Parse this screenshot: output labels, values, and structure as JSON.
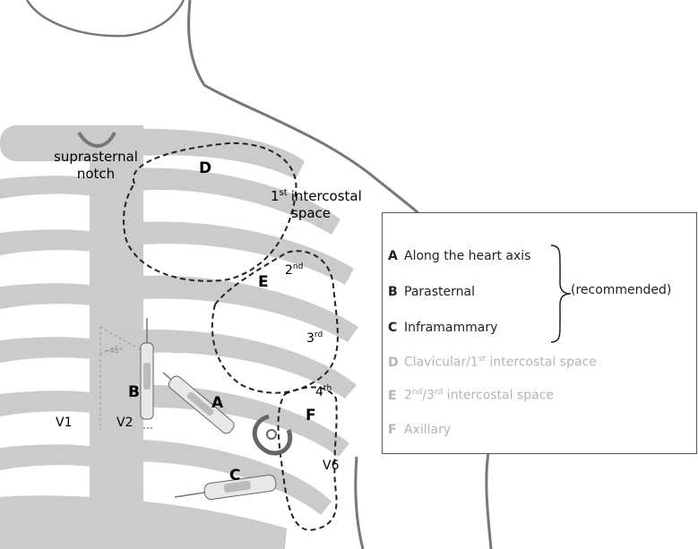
{
  "labels": {
    "suprasternal_line1": "suprasternal",
    "suprasternal_line2": "notch",
    "intercostal_num": "1",
    "intercostal_sup": "st",
    "intercostal_word": "intercostal",
    "intercostal_space": "space",
    "second_nd": "2",
    "second_sup": "nd",
    "third_rd": "3",
    "third_sup": "rd",
    "fourth_th": "4",
    "fourth_sup": "th",
    "angle": "~45°",
    "v1": "V1",
    "v2": "V2",
    "v6": "V6"
  },
  "positions": {
    "A": "A",
    "B": "B",
    "C": "C",
    "D": "D",
    "E": "E",
    "F": "F"
  },
  "legend": {
    "items": [
      {
        "key": "A",
        "text": "Along the heart axis",
        "recommended": true
      },
      {
        "key": "B",
        "text": "Parasternal",
        "recommended": true
      },
      {
        "key": "C",
        "text": "Inframammary",
        "recommended": true
      },
      {
        "key": "D",
        "text_pre": "Clavicular/1",
        "text_sup": "st",
        "text_post": " intercostal space",
        "recommended": false
      },
      {
        "key": "E",
        "text_pre": "2",
        "text_sup": "nd",
        "text_mid": "/3",
        "text_sup2": "rd",
        "text_post": " intercostal space",
        "recommended": false
      },
      {
        "key": "F",
        "text": "Axillary",
        "recommended": false
      }
    ],
    "recommended_label": "(recommended)"
  },
  "colors": {
    "bone": "#cbcbcb",
    "outline": "#555555",
    "muted_text": "#b4b4b4"
  }
}
